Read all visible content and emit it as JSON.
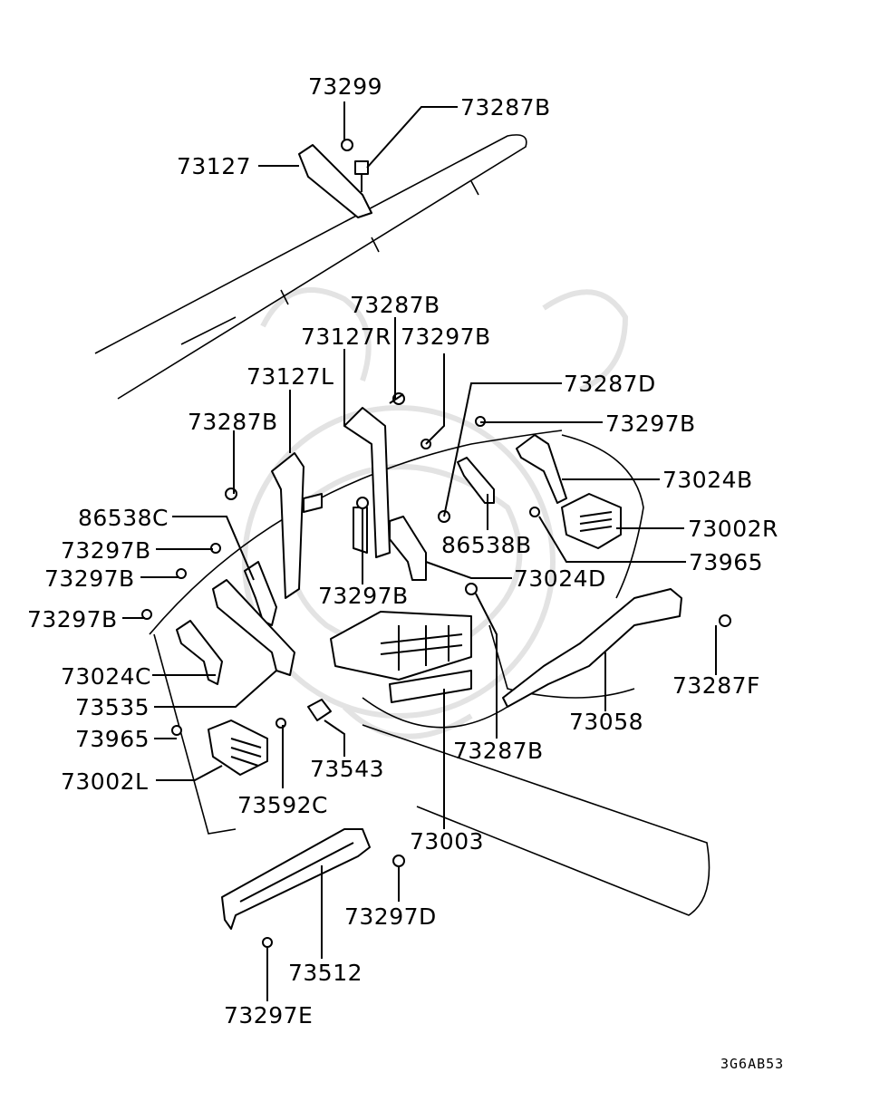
{
  "diagram": {
    "labels": [
      "73299",
      "73287B",
      "73127",
      "73287B",
      "73127R",
      "73297B",
      "73127L",
      "73287D",
      "73287B",
      "73297B",
      "73024B",
      "86538C",
      "73002R",
      "73297B",
      "86538B",
      "73965",
      "73297B",
      "73024D",
      "73297B",
      "73297B",
      "73287F",
      "73024C",
      "73535",
      "73058",
      "73965",
      "73543",
      "73287B",
      "73002L",
      "73592C",
      "73003",
      "73297D",
      "73512",
      "73297E"
    ],
    "figure_code": "3G6AB53"
  }
}
